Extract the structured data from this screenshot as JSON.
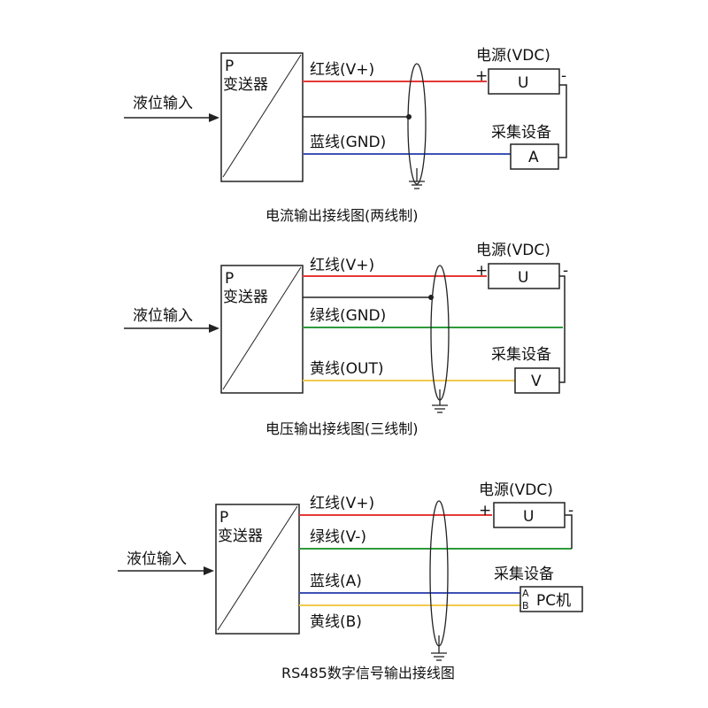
{
  "colors": {
    "red": "#e53935",
    "blue": "#3f51b5",
    "green": "#2e9b3a",
    "yellow": "#f2c94c",
    "black": "#222222"
  },
  "common": {
    "input_label": "液位输入",
    "transmitter_p": "P",
    "transmitter_name": "变送器",
    "power_label": "电源(VDC)",
    "device_label": "采集设备",
    "plus": "+",
    "minus": "-",
    "u": "U"
  },
  "diagram1": {
    "red_wire": "红线(V+)",
    "blue_wire": "蓝线(GND)",
    "meter": "A",
    "caption": "电流输出接线图(两线制)"
  },
  "diagram2": {
    "red_wire": "红线(V+)",
    "green_wire": "绿线(GND)",
    "yellow_wire": "黄线(OUT)",
    "meter": "V",
    "caption": "电压输出接线图(三线制)"
  },
  "diagram3": {
    "red_wire": "红线(V+)",
    "green_wire": "绿线(V-)",
    "blue_wire": "蓝线(A)",
    "yellow_wire": "黄线(B)",
    "pc": "PC机",
    "a": "A",
    "b": "B",
    "caption": "RS485数字信号输出接线图"
  }
}
